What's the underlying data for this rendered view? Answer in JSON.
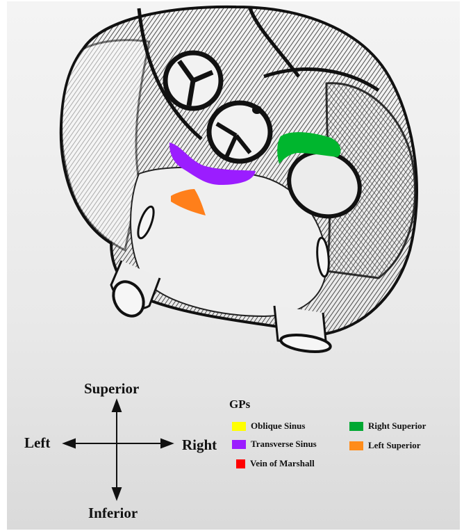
{
  "orientation": {
    "superior": "Superior",
    "inferior": "Inferior",
    "left": "Left",
    "right": "Right"
  },
  "legend": {
    "title": "GPs",
    "items": [
      {
        "label": "Oblique Sinus",
        "color": "#ffff00"
      },
      {
        "label": "Transverse Sinus",
        "color": "#9b1dff"
      },
      {
        "label": "Vein of Marshall",
        "color": "#ff0000"
      },
      {
        "label": "Right Superior",
        "color": "#00a832"
      },
      {
        "label": "Left Superior",
        "color": "#ff8c1a"
      }
    ]
  },
  "regions": [
    {
      "name": "Transverse Sinus",
      "color": "#9b1dff"
    },
    {
      "name": "Right Superior",
      "color": "#00b62e"
    },
    {
      "name": "Left Superior",
      "color": "#ff7f1a"
    }
  ]
}
